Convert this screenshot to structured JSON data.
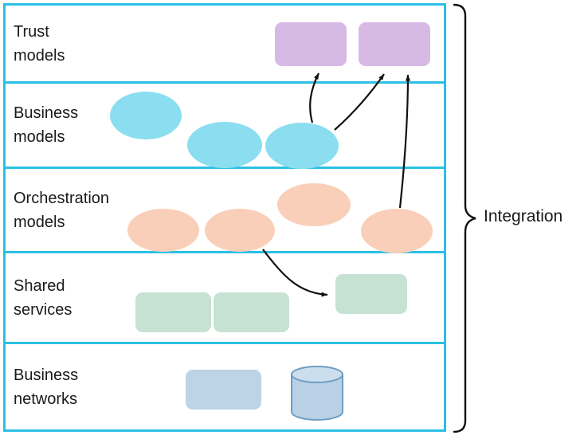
{
  "diagram": {
    "title": "Layered model diagram with integration brace",
    "rows": [
      {
        "id": "trust-models",
        "label": "Trust\nmodels"
      },
      {
        "id": "business-models",
        "label": "Business\nmodels"
      },
      {
        "id": "orchestration-models",
        "label": "Orchestration\nmodels"
      },
      {
        "id": "shared-services",
        "label": "Shared\nservices"
      },
      {
        "id": "business-networks",
        "label": "Business\nnetworks"
      }
    ],
    "brace": {
      "label": "Integration"
    },
    "shapes": {
      "trust_models": {
        "type": "rounded-rectangle",
        "count": 2
      },
      "business_models": {
        "type": "ellipse",
        "count": 3
      },
      "orchestration_models": {
        "type": "ellipse",
        "count": 4
      },
      "shared_services": {
        "type": "rounded-rectangle",
        "count": 3
      },
      "business_networks": {
        "types": [
          "rounded-rectangle",
          "cylinder"
        ],
        "count": 2
      }
    },
    "arrows": [
      {
        "from": "business-model-ellipse-3",
        "to": "trust-model-box-1"
      },
      {
        "from": "business-model-ellipse-3",
        "to": "trust-model-box-2"
      },
      {
        "from": "orchestration-model-ellipse-4",
        "to": "trust-model-box-2"
      },
      {
        "from": "orchestration-model-ellipse-2",
        "to": "shared-service-box-3"
      }
    ],
    "colors": {
      "band_border": "#2bc0e4",
      "trust_fill": "#d7b9e6",
      "business_models_fill": "#8adef0",
      "orchestration_fill": "#f9cfba",
      "shared_services_fill": "#c5e2d3",
      "business_networks_fill": "#bdd3e6",
      "cylinder_fill": "#b9d0e6",
      "cylinder_stroke": "#6f9dc2",
      "arrow": "#111111",
      "text": "#1a1a1a"
    }
  }
}
